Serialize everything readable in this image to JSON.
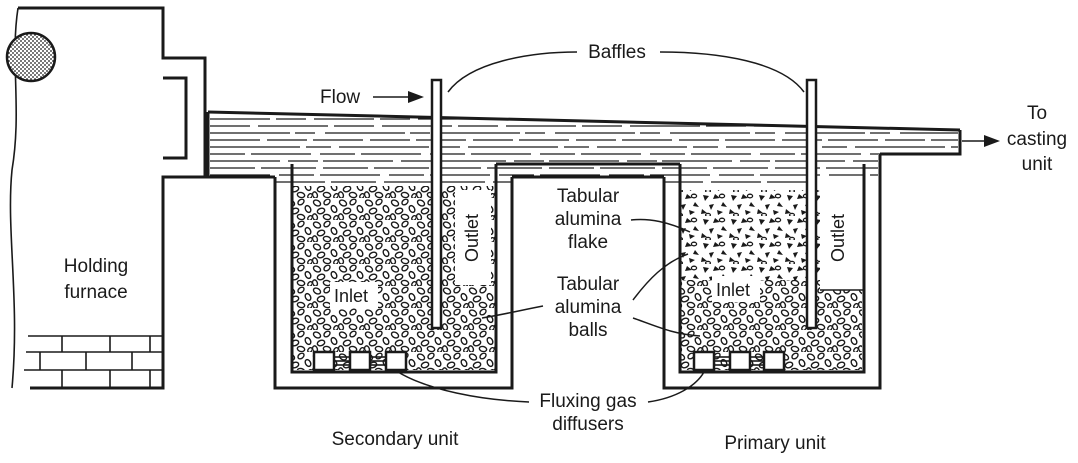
{
  "labels": {
    "baffles": "Baffles",
    "flow": "Flow",
    "to_casting_line1": "To",
    "to_casting_line2": "casting",
    "to_casting_line3": "unit",
    "holding_line1": "Holding",
    "holding_line2": "furnace",
    "outlet_secondary": "Outlet",
    "outlet_primary": "Outlet",
    "inlet_secondary": "Inlet",
    "inlet_primary": "Inlet",
    "flake_line1": "Tabular",
    "flake_line2": "alumina",
    "flake_line3": "flake",
    "balls_line1": "Tabular",
    "balls_line2": "alumina",
    "balls_line3": "balls",
    "diffusers_line1": "Fluxing gas",
    "diffusers_line2": "diffusers",
    "secondary_unit": "Secondary unit",
    "primary_unit": "Primary unit"
  },
  "colors": {
    "ink": "#1a1a1a",
    "background": "#ffffff",
    "burner": "#9a9a9a"
  }
}
